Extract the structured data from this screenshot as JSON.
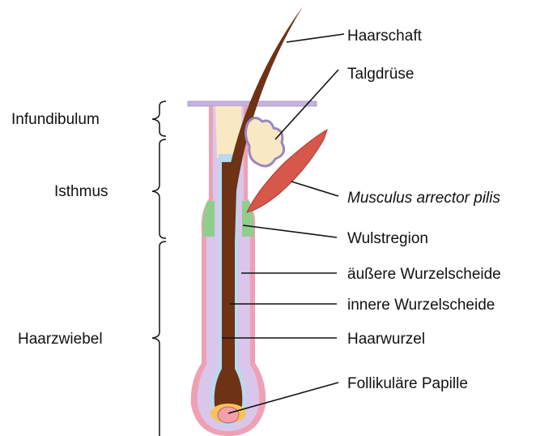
{
  "region_labels": {
    "infundibulum": "Infundibulum",
    "isthmus": "Isthmus",
    "haarzwiebel": "Haarzwiebel"
  },
  "structure_labels": {
    "haarschaft": "Haarschaft",
    "talgdruese": "Talgdrüse",
    "musculus": "Musculus arrector pilis",
    "wulstregion": "Wulstregion",
    "aeussere": "äußere Wurzelscheide",
    "innere": "innere Wurzelscheide",
    "haarwurzel": "Haarwurzel",
    "papille": "Follikuläre Papille"
  },
  "colors": {
    "epidermis": "#c7b4dc",
    "outer_layer": "#efa0b4",
    "outer_sheath": "#d9c6ea",
    "inner_sheath": "#b9d9ee",
    "hair": "#6e3214",
    "sebum": "#f9e8c4",
    "muscle": "#d5584a",
    "bulge": "#8fcf8c",
    "papilla": "#f3a0a8"
  }
}
